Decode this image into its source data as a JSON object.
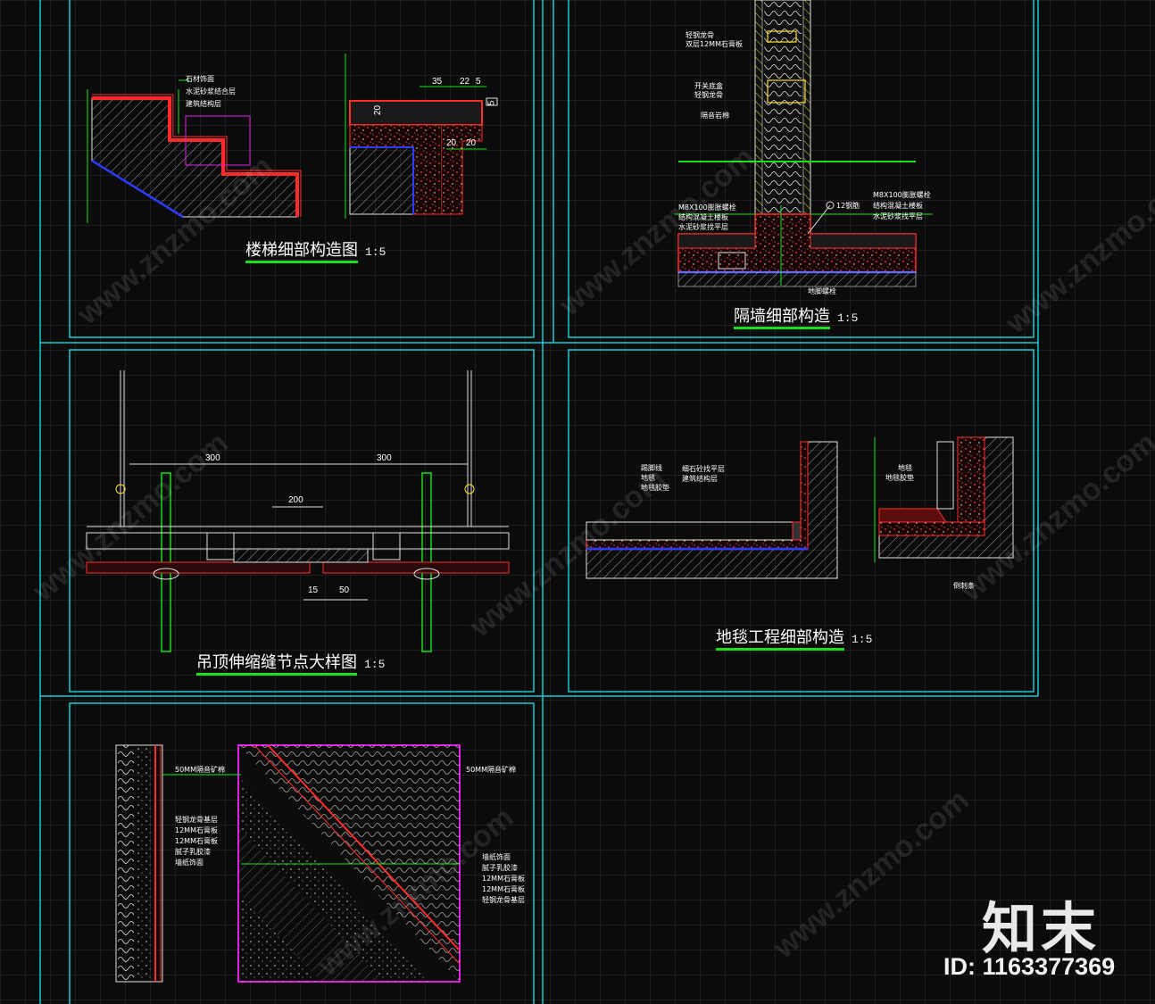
{
  "titles": {
    "stair": {
      "text": "楼梯细部构造图",
      "scale": "1:5"
    },
    "partition": {
      "text": "隔墙细部构造",
      "scale": "1:5"
    },
    "ceiling": {
      "text": "吊顶伸缩缝节点大样图",
      "scale": "1:5"
    },
    "carpet": {
      "text": "地毯工程细部构造",
      "scale": "1:5"
    }
  },
  "stair_labels": [
    "石材饰面",
    "水泥砂浆结合层",
    "建筑结构层"
  ],
  "stair_dims": [
    "35",
    "22",
    "5",
    "20",
    "20",
    "20",
    "5"
  ],
  "partition_labels": {
    "top": [
      "轻钢龙骨",
      "双层12MM石膏板"
    ],
    "mid": [
      "开关底盒",
      "轻钢龙骨"
    ],
    "insul": "隔音岩棉",
    "left": [
      "M8X100膨胀螺栓",
      "结构混凝土楼板",
      "水泥砂浆找平层"
    ],
    "right": [
      "M8X100膨胀螺栓",
      "结构混凝土楼板",
      "水泥砂浆找平层"
    ],
    "rebar": "12钢筋",
    "bottom": "地脚螺栓"
  },
  "ceiling_dims": {
    "left": "300",
    "right": "300",
    "mid": "200",
    "b1": "15",
    "b2": "50"
  },
  "carpet_labels": {
    "left": [
      "踢脚线",
      "地毯",
      "地毯胶垫"
    ],
    "mid": [
      "细石砼找平层",
      "建筑结构层"
    ],
    "right": [
      "地毯",
      "地毯胶垫"
    ],
    "strip": "倒刺条"
  },
  "wall_labels": {
    "left_top": "50MM隔音矿棉",
    "left": [
      "轻钢龙骨基层",
      "12MM石膏板",
      "12MM石膏板",
      "腻子乳胶漆",
      "墙纸饰面"
    ],
    "right_top": "50MM隔音矿棉",
    "right": [
      "墙纸饰面",
      "腻子乳胶漆",
      "12MM石膏板",
      "12MM石膏板",
      "轻钢龙骨基层"
    ]
  },
  "watermark": "www.znzmo.com",
  "brand": "知末",
  "image_id": "ID: 1163377369"
}
